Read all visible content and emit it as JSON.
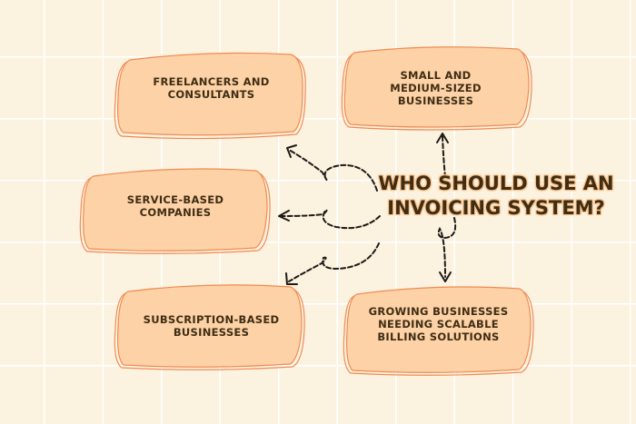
{
  "title": "WHO SHOULD USE AN INVOICING SYSTEM?",
  "nodes": [
    {
      "label": "FREELANCERS AND CONSULTANTS"
    },
    {
      "label": "SMALL AND MEDIUM-SIZED BUSINESSES"
    },
    {
      "label": "SERVICE-BASED COMPANIES"
    },
    {
      "label": "SUBSCRIPTION-BASED BUSINESSES"
    },
    {
      "label": "GROWING BUSINESSES NEEDING SCALABLE BILLING SOLUTIONS"
    }
  ],
  "colors": {
    "box_fill": "#fdd2a6",
    "box_stroke": "#f08a52",
    "text": "#3f2d14",
    "background": "#fcf2e0"
  }
}
